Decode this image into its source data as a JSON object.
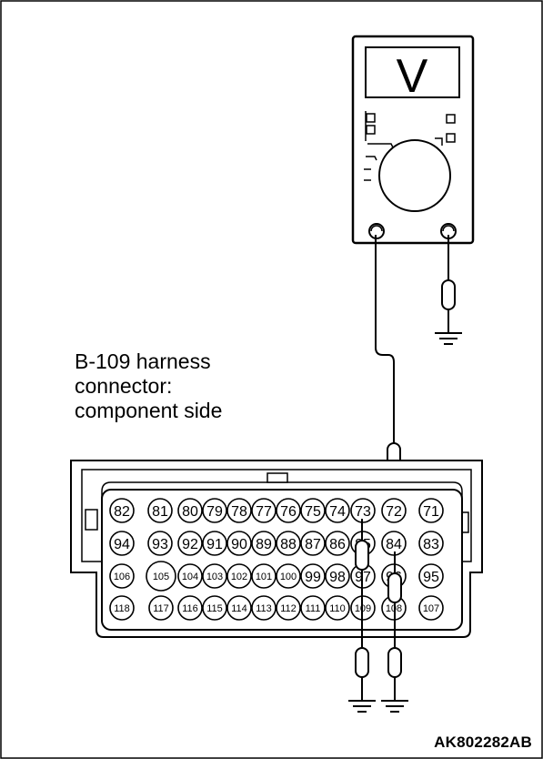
{
  "caption": {
    "line1": "B-109 harness",
    "line2": "connector:",
    "line3": "component side"
  },
  "code": "AK802282AB",
  "meter": {
    "display_symbol": "V"
  },
  "connector": {
    "rows": [
      [
        "82",
        "81",
        "80",
        "79",
        "78",
        "77",
        "76",
        "75",
        "74",
        "73",
        "72",
        "71"
      ],
      [
        "94",
        "93",
        "92",
        "91",
        "90",
        "89",
        "88",
        "87",
        "86",
        "85",
        "84",
        "83"
      ],
      [
        "106",
        "105",
        "104",
        "103",
        "102",
        "101",
        "100",
        "99",
        "98",
        "97",
        "96",
        "95"
      ],
      [
        "118",
        "117",
        "116",
        "115",
        "114",
        "113",
        "112",
        "111",
        "110",
        "109",
        "108",
        "107"
      ]
    ]
  }
}
